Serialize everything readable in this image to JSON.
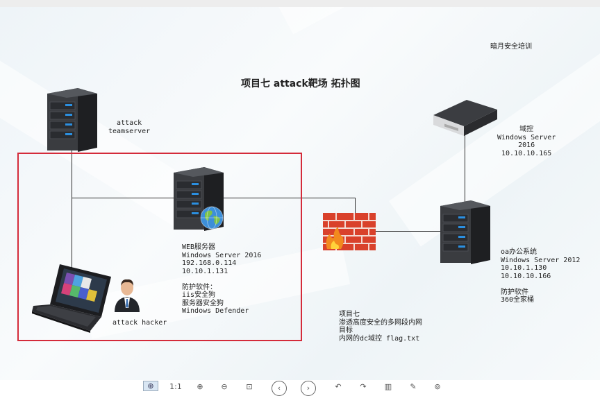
{
  "title": "项目七 attack靶场 拓扑图",
  "brand": "暗月安全培训",
  "nodes": {
    "teamserver": {
      "label": "attack\nteamserver"
    },
    "domain_controller": {
      "label": "域控\nWindows Server\n2016\n10.10.10.165"
    },
    "web_server": {
      "label": "WEB服务器\nWindows Server 2016\n192.168.0.114\n10.10.1.131\n\n防护软件：\niis安全狗\n服务器安全狗\nWindows Defender"
    },
    "oa_server": {
      "label": "oa办公系统\nWindows Server 2012\n10.10.1.130\n10.10.10.166\n\n防护软件\n360全家桶"
    },
    "attacker": {
      "label": "attack hacker"
    },
    "notes": {
      "label": "项目七\n渗透高度安全的多网段内网\n目标\n内网的dc域控 flag.txt"
    }
  },
  "toolbar": {
    "fit_label": "1:1",
    "icons": [
      "locate-icon",
      "actual-size-icon",
      "zoom-in-icon",
      "zoom-out-icon",
      "fullscreen-icon",
      "prev-icon",
      "next-icon",
      "undo-icon",
      "redo-icon",
      "delete-icon",
      "edit-icon",
      "settings-icon"
    ]
  }
}
